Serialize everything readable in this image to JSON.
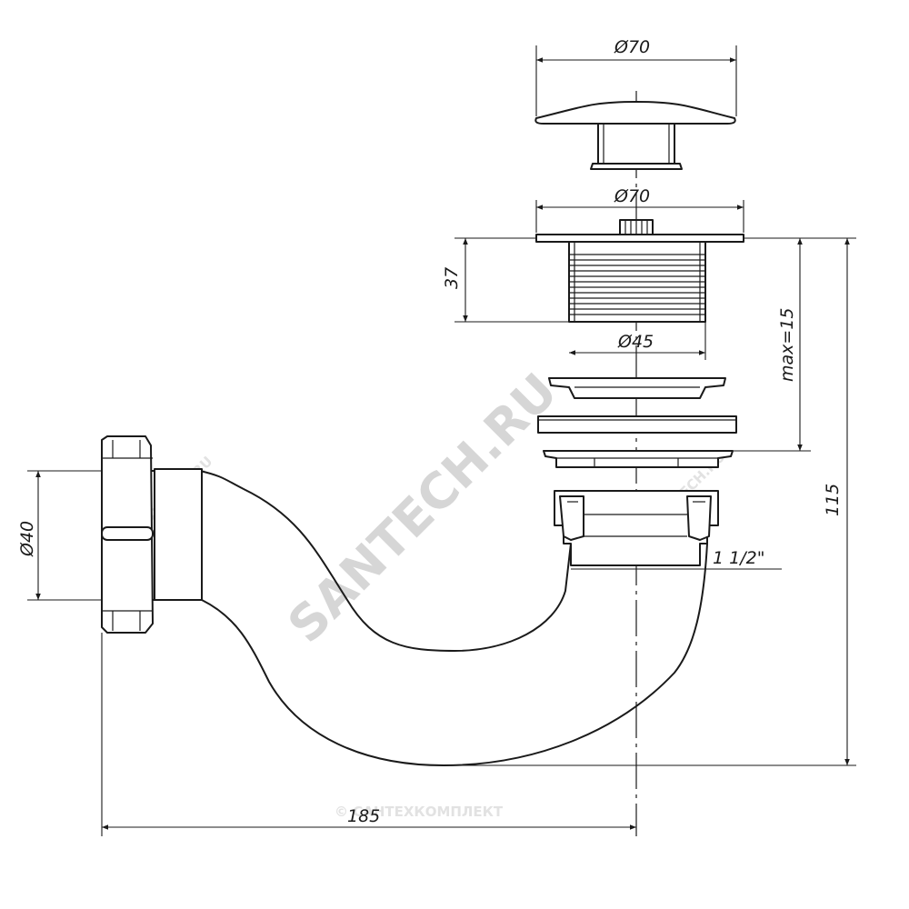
{
  "dimensions": {
    "cap_diameter": "Ø70",
    "flange_diameter": "Ø70",
    "thread_height": "37",
    "body_diameter": "Ø45",
    "max_thickness": "max=15",
    "outlet_diameter": "Ø40",
    "connection_thread": "1 1/2\"",
    "total_height": "115",
    "total_length": "185"
  },
  "watermark": {
    "brand": "SANTECH.RU",
    "small_brand": "SANTECH.RU",
    "footer_brand": "© САНТЕХКОМПЛЕКТ"
  }
}
